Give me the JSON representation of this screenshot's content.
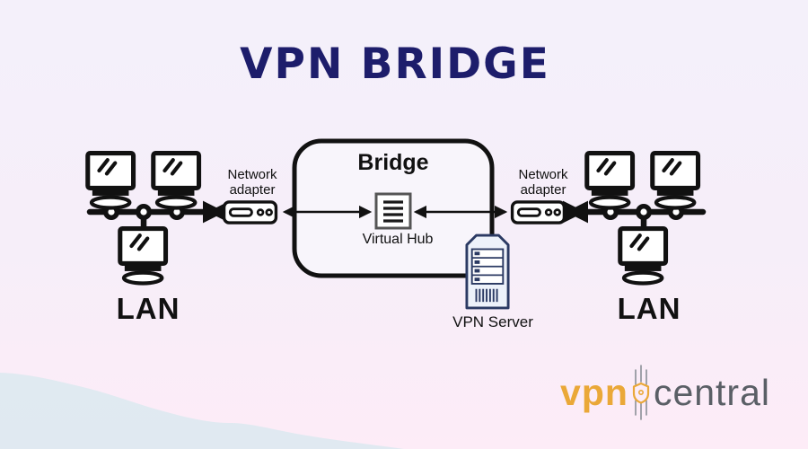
{
  "title": "VPN BRIDGE",
  "bridge": {
    "label": "Bridge",
    "hub_label": "Virtual Hub"
  },
  "server": {
    "label": "VPN Server"
  },
  "left_lan": {
    "label": "LAN",
    "adapter_label": "Network adapter"
  },
  "right_lan": {
    "label": "LAN",
    "adapter_label": "Network adapter"
  },
  "logo": {
    "vpn": "vpn",
    "central": "central"
  },
  "colors": {
    "title_navy": "#1d1d6b",
    "diagram_line": "#111111",
    "hub_border": "#555555",
    "server_outline": "#2b3a63",
    "server_fill": "#edf2fa",
    "logo_vpn_gold": "#eaa838",
    "logo_central_gray": "#5a5f66",
    "bg_top": "#f4f0fa",
    "bg_bottom": "#fdecf7",
    "mountain_blue": "#dde9f0"
  },
  "icons": {
    "computer": "computer-icon",
    "network_adapter": "network-adapter-icon",
    "virtual_hub": "virtual-hub-icon",
    "vpn_server": "vpn-server-icon",
    "shield": "shield-icon",
    "double_arrow": "double-arrow"
  }
}
